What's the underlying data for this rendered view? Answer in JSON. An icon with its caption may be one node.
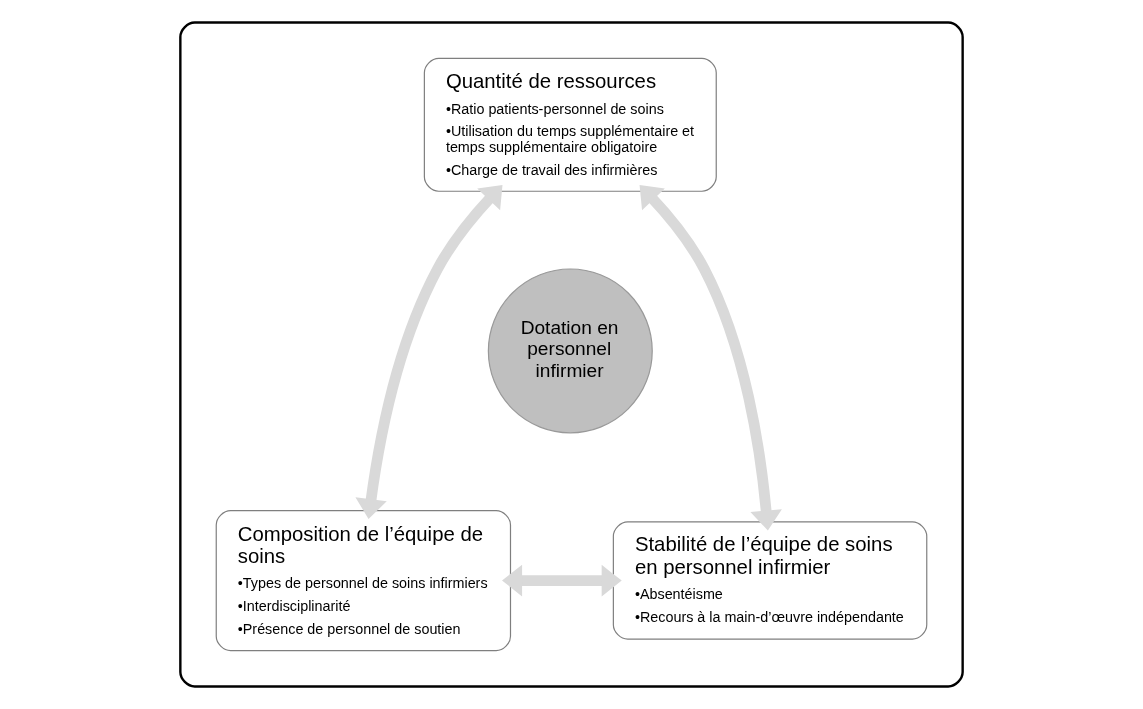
{
  "diagram": {
    "nodes": [
      {
        "text": [],
        "shape": "box"
      },
      {
        "text": [
          "Quantité de ressources",
          "•Ratio patients-personnel de soins",
          "•Utilisation du temps supplémentaire et temps supplémentaire obligatoire",
          "•Charge de travail des infirmières"
        ],
        "in": 0
      },
      {
        "text": [
          "Dotation en personnel infirmier"
        ],
        "in": 0
      },
      {
        "text": [
          "Composition de l’équipe de soins",
          "•Types de personnel de soins infirmiers",
          "•Interdisciplinarité",
          "•Présence de personnel de soutien"
        ],
        "in": 0
      },
      {
        "text": [
          "Stabilité de l’équipe de soins en personnel infirmier",
          "•Absentéisme",
          "•Recours à la main-d’œuvre indépendante"
        ],
        "in": 0
      }
    ],
    "edges": [
      {
        "from": 1,
        "to": 3,
        "arrow": "both"
      },
      {
        "from": 1,
        "to": 4,
        "arrow": "both"
      },
      {
        "from": 3,
        "to": 4,
        "arrow": "both"
      }
    ]
  }
}
